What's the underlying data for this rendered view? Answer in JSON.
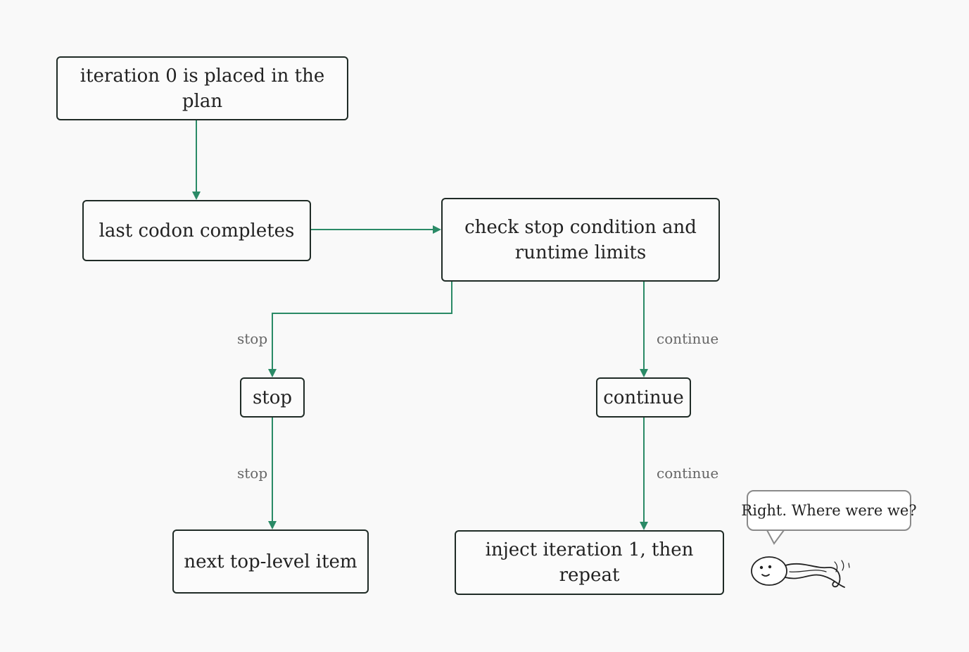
{
  "diagram": {
    "nodes": {
      "start": "iteration 0 is placed in the plan",
      "last_codon": "last codon completes",
      "check_line1": "check stop condition and",
      "check_line2": "runtime limits",
      "stop": "stop",
      "continue": "continue",
      "next_item": "next top-level item",
      "inject": "inject iteration 1, then repeat"
    },
    "edge_labels": {
      "check_to_stop": "stop",
      "check_to_continue": "continue",
      "stop_to_next": "stop",
      "continue_to_inject": "continue"
    },
    "mascot": {
      "speech": "Right. Where were we?"
    },
    "colors": {
      "edge": "#2a8a66",
      "border": "#1f2b26",
      "background": "#f9f9f9"
    }
  }
}
